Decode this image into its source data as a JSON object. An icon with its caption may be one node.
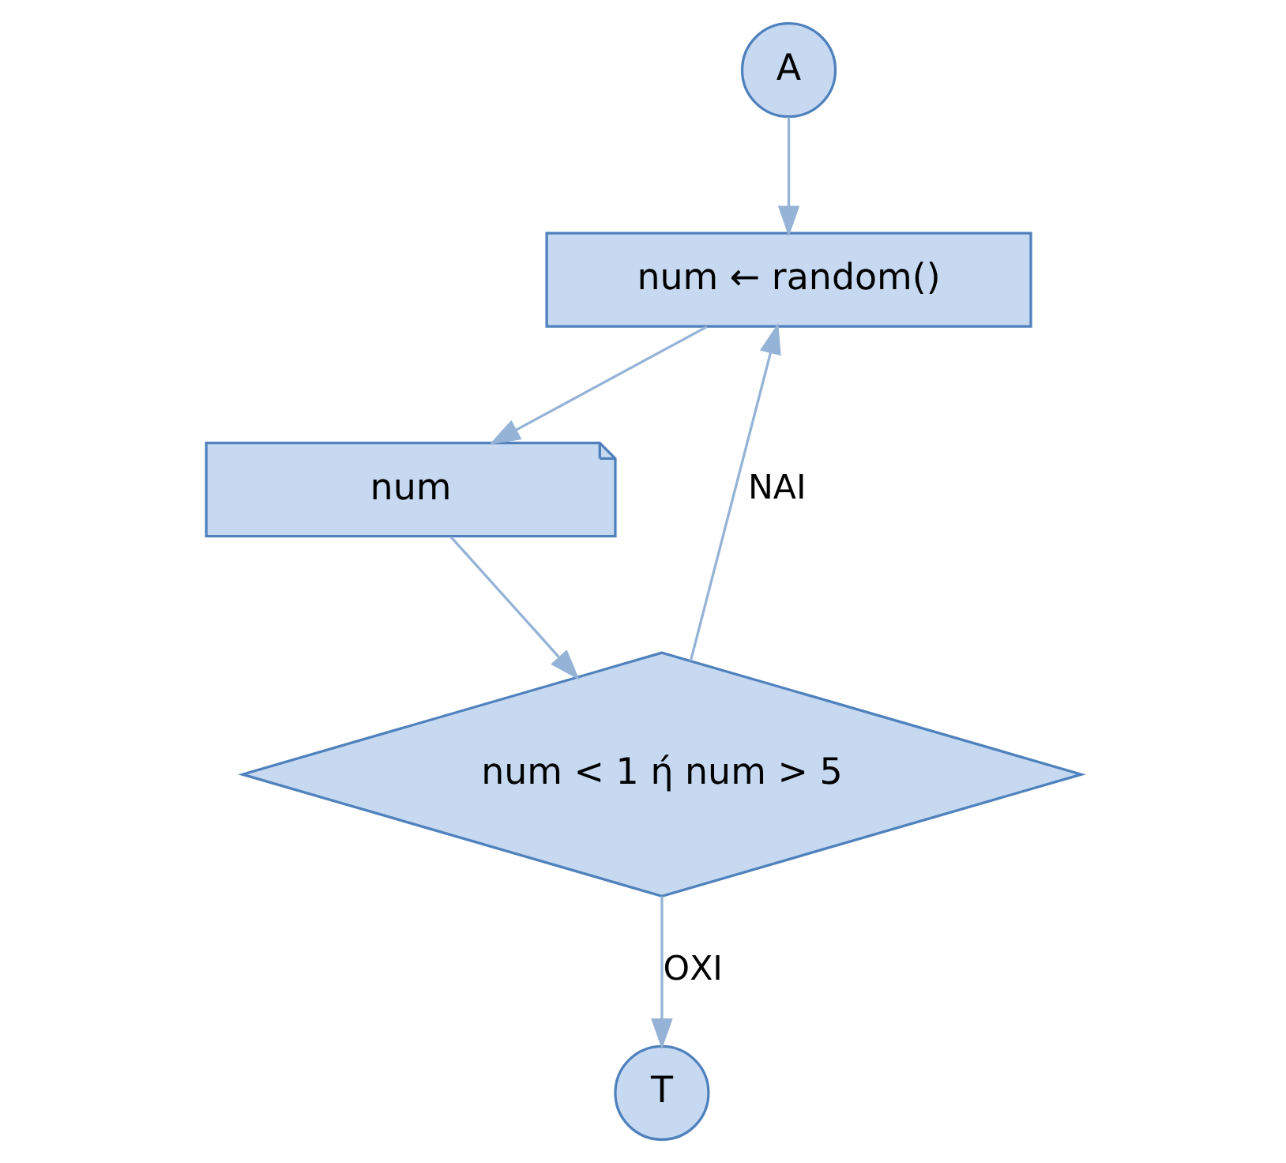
{
  "diagram": {
    "nodes": [
      {
        "text": [
          "A"
        ]
      },
      {
        "text": [
          "num ← random()"
        ]
      },
      {
        "text": [
          "num"
        ]
      },
      {
        "text": [
          "num < 1 ή num > 5"
        ]
      },
      {
        "text": [
          "T"
        ]
      }
    ],
    "edges": [
      {
        "from": 0,
        "to": 1,
        "arrow": "to"
      },
      {
        "from": 1,
        "to": 2,
        "arrow": "to"
      },
      {
        "from": 2,
        "to": 3,
        "arrow": "to"
      },
      {
        "from": 3,
        "to": 4,
        "arrow": "to",
        "label": "ΟΧΙ"
      },
      {
        "from": 3,
        "to": 1,
        "arrow": "to",
        "label": "ΝΑΙ"
      }
    ]
  }
}
